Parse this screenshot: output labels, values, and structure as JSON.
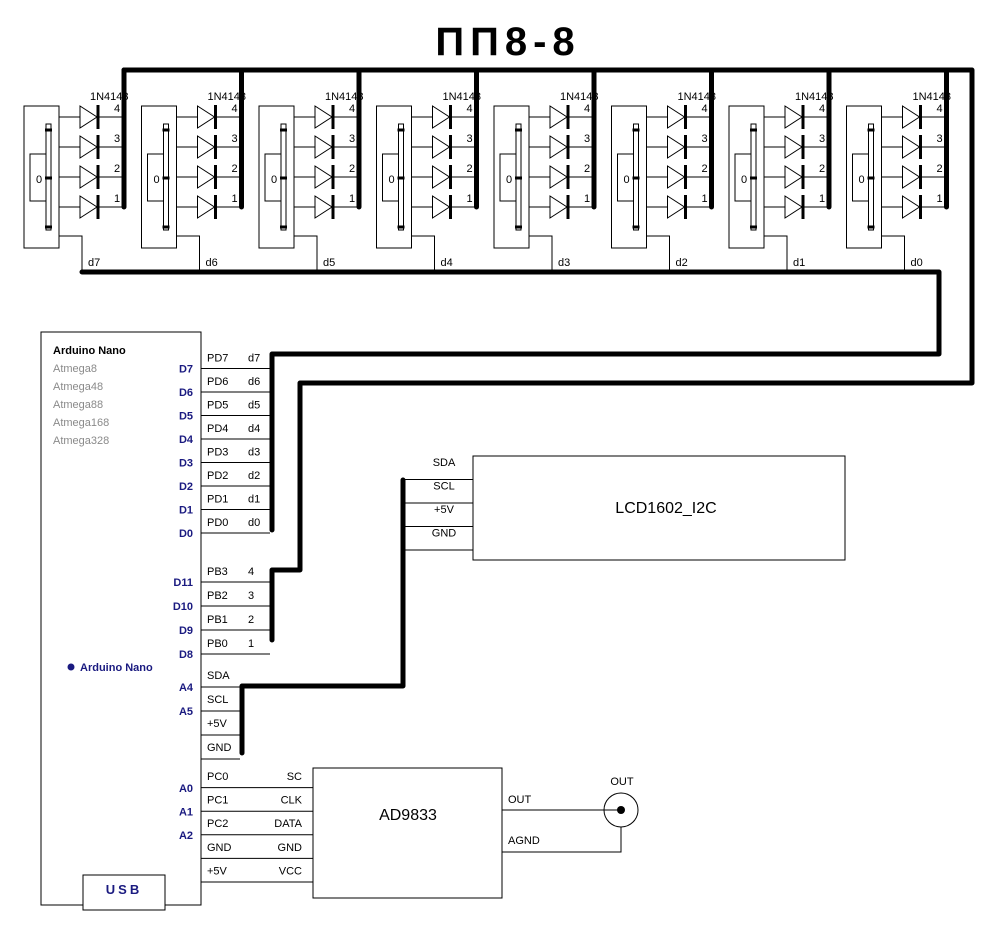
{
  "title": "ПП8-8",
  "colors": {
    "wire": "#000000",
    "bus": "#000000",
    "arduino_pin": "#1a1a80",
    "mcu_variant": "#8a8a8a",
    "background": "#ffffff"
  },
  "diode_part": "1N4148",
  "switch_modules": [
    {
      "data_line": "d7",
      "switch_pos_label": "0",
      "diode_pins": [
        "4",
        "3",
        "2",
        "1"
      ]
    },
    {
      "data_line": "d6",
      "switch_pos_label": "0",
      "diode_pins": [
        "4",
        "3",
        "2",
        "1"
      ]
    },
    {
      "data_line": "d5",
      "switch_pos_label": "0",
      "diode_pins": [
        "4",
        "3",
        "2",
        "1"
      ]
    },
    {
      "data_line": "d4",
      "switch_pos_label": "0",
      "diode_pins": [
        "4",
        "3",
        "2",
        "1"
      ]
    },
    {
      "data_line": "d3",
      "switch_pos_label": "0",
      "diode_pins": [
        "4",
        "3",
        "2",
        "1"
      ]
    },
    {
      "data_line": "d2",
      "switch_pos_label": "0",
      "diode_pins": [
        "4",
        "3",
        "2",
        "1"
      ]
    },
    {
      "data_line": "d1",
      "switch_pos_label": "0",
      "diode_pins": [
        "4",
        "3",
        "2",
        "1"
      ]
    },
    {
      "data_line": "d0",
      "switch_pos_label": "0",
      "diode_pins": [
        "4",
        "3",
        "2",
        "1"
      ]
    }
  ],
  "arduino": {
    "title": "Arduino Nano",
    "variants": [
      "Atmega8",
      "Atmega48",
      "Atmega88",
      "Atmega168",
      "Atmega328"
    ],
    "bottom_label": "Arduino Nano",
    "usb_label": "USB",
    "port_d": [
      {
        "port": "PD7",
        "net": "d7",
        "arduino": "D7"
      },
      {
        "port": "PD6",
        "net": "d6",
        "arduino": "D6"
      },
      {
        "port": "PD5",
        "net": "d5",
        "arduino": "D5"
      },
      {
        "port": "PD4",
        "net": "d4",
        "arduino": "D4"
      },
      {
        "port": "PD3",
        "net": "d3",
        "arduino": "D3"
      },
      {
        "port": "PD2",
        "net": "d2",
        "arduino": "D2"
      },
      {
        "port": "PD1",
        "net": "d1",
        "arduino": "D1"
      },
      {
        "port": "PD0",
        "net": "d0",
        "arduino": "D0"
      }
    ],
    "port_b": [
      {
        "port": "PB3",
        "net": "4",
        "arduino": "D11"
      },
      {
        "port": "PB2",
        "net": "3",
        "arduino": "D10"
      },
      {
        "port": "PB1",
        "net": "2",
        "arduino": "D9"
      },
      {
        "port": "PB0",
        "net": "1",
        "arduino": "D8"
      }
    ],
    "i2c": [
      {
        "pin": "SDA",
        "arduino": "A4"
      },
      {
        "pin": "SCL",
        "arduino": "A5"
      },
      {
        "pin": "+5V",
        "arduino": ""
      },
      {
        "pin": "GND",
        "arduino": ""
      }
    ],
    "port_c": [
      {
        "port": "PC0",
        "net": "SC",
        "arduino": "A0"
      },
      {
        "port": "PC1",
        "net": "CLK",
        "arduino": "A1"
      },
      {
        "port": "PC2",
        "net": "DATA",
        "arduino": "A2"
      },
      {
        "port": "GND",
        "net": "GND",
        "arduino": ""
      },
      {
        "port": "+5V",
        "net": "VCC",
        "arduino": ""
      }
    ]
  },
  "lcd": {
    "name": "LCD1602_I2C",
    "pins": [
      "SDA",
      "SCL",
      "+5V",
      "GND"
    ]
  },
  "dds": {
    "name": "AD9833",
    "outputs": [
      "OUT",
      "AGND"
    ]
  },
  "connector": {
    "label": "OUT"
  }
}
